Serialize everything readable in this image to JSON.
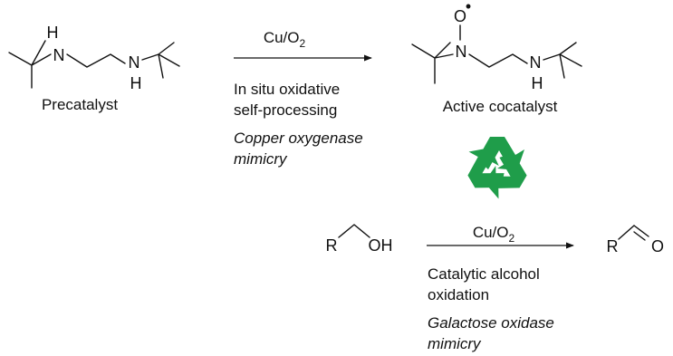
{
  "precatalyst": {
    "atom_h_top": "H",
    "atom_n_left": "N",
    "atom_n_right": "N",
    "atom_h_bottom": "H",
    "label": "Precatalyst"
  },
  "step1": {
    "reagent_main": "Cu/O",
    "reagent_sub": "2",
    "desc_line1": "In situ oxidative",
    "desc_line2": "self-processing",
    "italic_line1": "Copper oxygenase",
    "italic_line2": "mimicry"
  },
  "cocatalyst": {
    "atom_o": "O",
    "radical_dot": "•",
    "atom_n_left": "N",
    "atom_n_right": "N",
    "atom_h": "H",
    "label": "Active cocatalyst"
  },
  "recycle": {
    "icon": "recycle-icon",
    "color": "#1f9d4a"
  },
  "step2": {
    "reagent_main": "Cu/O",
    "reagent_sub": "2",
    "desc_line1": "Catalytic alcohol",
    "desc_line2": "oxidation",
    "italic_line1": "Galactose oxidase",
    "italic_line2": "mimicry"
  },
  "alcohol": {
    "atom_r": "R",
    "atom_oh": "OH"
  },
  "aldehyde": {
    "atom_r": "R",
    "atom_o": "O"
  }
}
